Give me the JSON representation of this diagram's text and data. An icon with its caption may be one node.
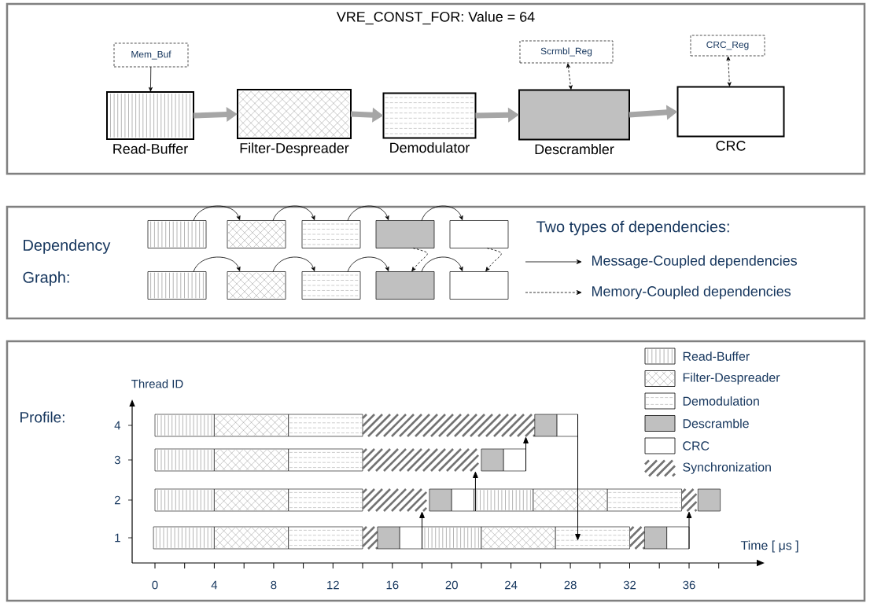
{
  "diagram": {
    "nodes": [
      {
        "text": [
          "VRE_CONST_FOR: Value = 64"
        ]
      },
      {
        "text": [
          "Mem_Buf"
        ],
        "in": 0
      },
      {
        "text": [
          "Scrmbl_Reg"
        ],
        "in": 0
      },
      {
        "text": [
          "CRC_Reg"
        ],
        "in": 0
      },
      {
        "text": [
          "Read-Buffer"
        ],
        "in": 0
      },
      {
        "text": [
          "Filter-Despreader"
        ],
        "in": 0
      },
      {
        "text": [
          "Demodulator"
        ],
        "in": 0
      },
      {
        "text": [
          "Descrambler"
        ],
        "in": 0
      },
      {
        "text": [
          "CRC"
        ],
        "in": 0
      },
      {
        "text": [
          "Dependency Graph:"
        ]
      },
      {
        "text": [],
        "shape": "box",
        "in": 9
      },
      {
        "text": [],
        "shape": "box",
        "in": 9
      },
      {
        "text": [],
        "shape": "box",
        "in": 9
      },
      {
        "text": [],
        "shape": "box",
        "in": 9
      },
      {
        "text": [],
        "shape": "box",
        "in": 9
      },
      {
        "text": [],
        "shape": "box",
        "in": 9
      },
      {
        "text": [],
        "shape": "box",
        "in": 9
      },
      {
        "text": [],
        "shape": "box",
        "in": 9
      },
      {
        "text": [],
        "shape": "box",
        "in": 9
      },
      {
        "text": [],
        "shape": "box",
        "in": 9
      },
      {
        "text": [
          "Profile:"
        ]
      }
    ],
    "edges": [
      {
        "from": 1,
        "to": 4,
        "arrow": "to"
      },
      {
        "from": 2,
        "to": 7,
        "arrow": "both",
        "style": "dashed"
      },
      {
        "from": 3,
        "to": 8,
        "arrow": "both",
        "style": "dashed"
      },
      {
        "from": 4,
        "to": 5,
        "arrow": "to",
        "style": "thick",
        "color": "#a6a6a6"
      },
      {
        "from": 5,
        "to": 6,
        "arrow": "to",
        "style": "thick",
        "color": "#a6a6a6"
      },
      {
        "from": 6,
        "to": 7,
        "arrow": "to",
        "style": "thick",
        "color": "#a6a6a6"
      },
      {
        "from": 7,
        "to": 8,
        "arrow": "to",
        "style": "thick",
        "color": "#a6a6a6"
      },
      {
        "from": 10,
        "to": 11,
        "arrow": "to"
      },
      {
        "from": 11,
        "to": 12,
        "arrow": "to"
      },
      {
        "from": 12,
        "to": 13,
        "arrow": "to"
      },
      {
        "from": 13,
        "to": 14,
        "arrow": "to"
      },
      {
        "from": 15,
        "to": 16,
        "arrow": "to"
      },
      {
        "from": 16,
        "to": 17,
        "arrow": "to"
      },
      {
        "from": 17,
        "to": 18,
        "arrow": "to"
      },
      {
        "from": 18,
        "to": 19,
        "arrow": "to"
      },
      {
        "from": 13,
        "to": 18,
        "arrow": "to",
        "style": "dashed"
      },
      {
        "from": 14,
        "to": 19,
        "arrow": "to",
        "style": "dashed"
      }
    ],
    "labels": [
      "Two types of dependencies:",
      "Thread ID",
      "4",
      "3",
      "2",
      "1",
      "0",
      "4",
      "8",
      "12",
      "16",
      "20",
      "24",
      "28",
      "32",
      "36",
      "Time [ μs ]"
    ],
    "legend": [
      {
        "text": "Message-Coupled dependencies"
      },
      {
        "text": "Memory-Coupled dependencies"
      },
      {
        "text": "Read-Buffer"
      },
      {
        "text": "Filter-Despreader"
      },
      {
        "text": "Demodulation"
      },
      {
        "text": "Descramble"
      },
      {
        "text": "CRC"
      },
      {
        "text": "Synchronization"
      }
    ]
  }
}
